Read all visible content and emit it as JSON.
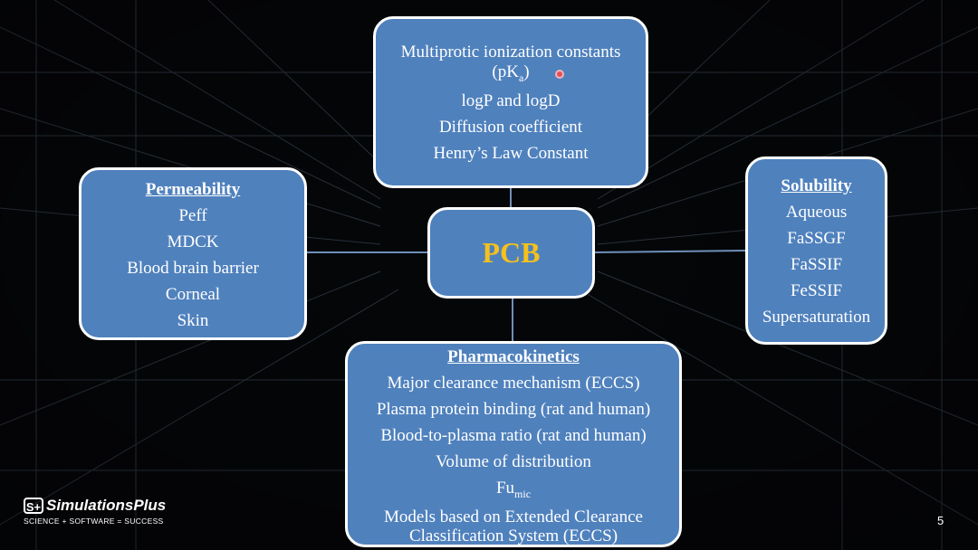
{
  "diagram": {
    "center": {
      "label": "PCB"
    },
    "top": {
      "lines": [
        "Multiprotic ionization constants",
        "logP and logD",
        "Diffusion coefficient",
        "Henry’s Law Constant"
      ],
      "pka": {
        "open": "(pK",
        "sub": "a",
        "close": ")"
      }
    },
    "left": {
      "title": "Permeability",
      "items": [
        "Peff",
        "MDCK",
        "Blood brain barrier",
        "Corneal",
        "Skin"
      ]
    },
    "right": {
      "title": "Solubility",
      "items": [
        "Aqueous",
        "FaSSGF",
        "FaSSIF",
        "FeSSIF",
        "Supersaturation"
      ]
    },
    "bottom": {
      "title": "Pharmacokinetics",
      "items": [
        "Major clearance mechanism (ECCS)",
        "Plasma protein binding (rat and human)",
        "Blood-to-plasma ratio (rat and human)",
        "Volume of distribution"
      ],
      "fumic": {
        "base": "Fu",
        "sub": "mic"
      },
      "models": [
        "Models based on Extended Clearance",
        "Classification System (ECCS)"
      ]
    }
  },
  "footer": {
    "logo_mark": "S+",
    "brand": "SimulationsPlus",
    "tagline": "SCIENCE + SOFTWARE = SUCCESS",
    "page_number": "5"
  },
  "colors": {
    "box_fill": "#4f81bd",
    "box_border": "#ffffff",
    "center_text": "#f4c11d",
    "background": "#050608"
  }
}
